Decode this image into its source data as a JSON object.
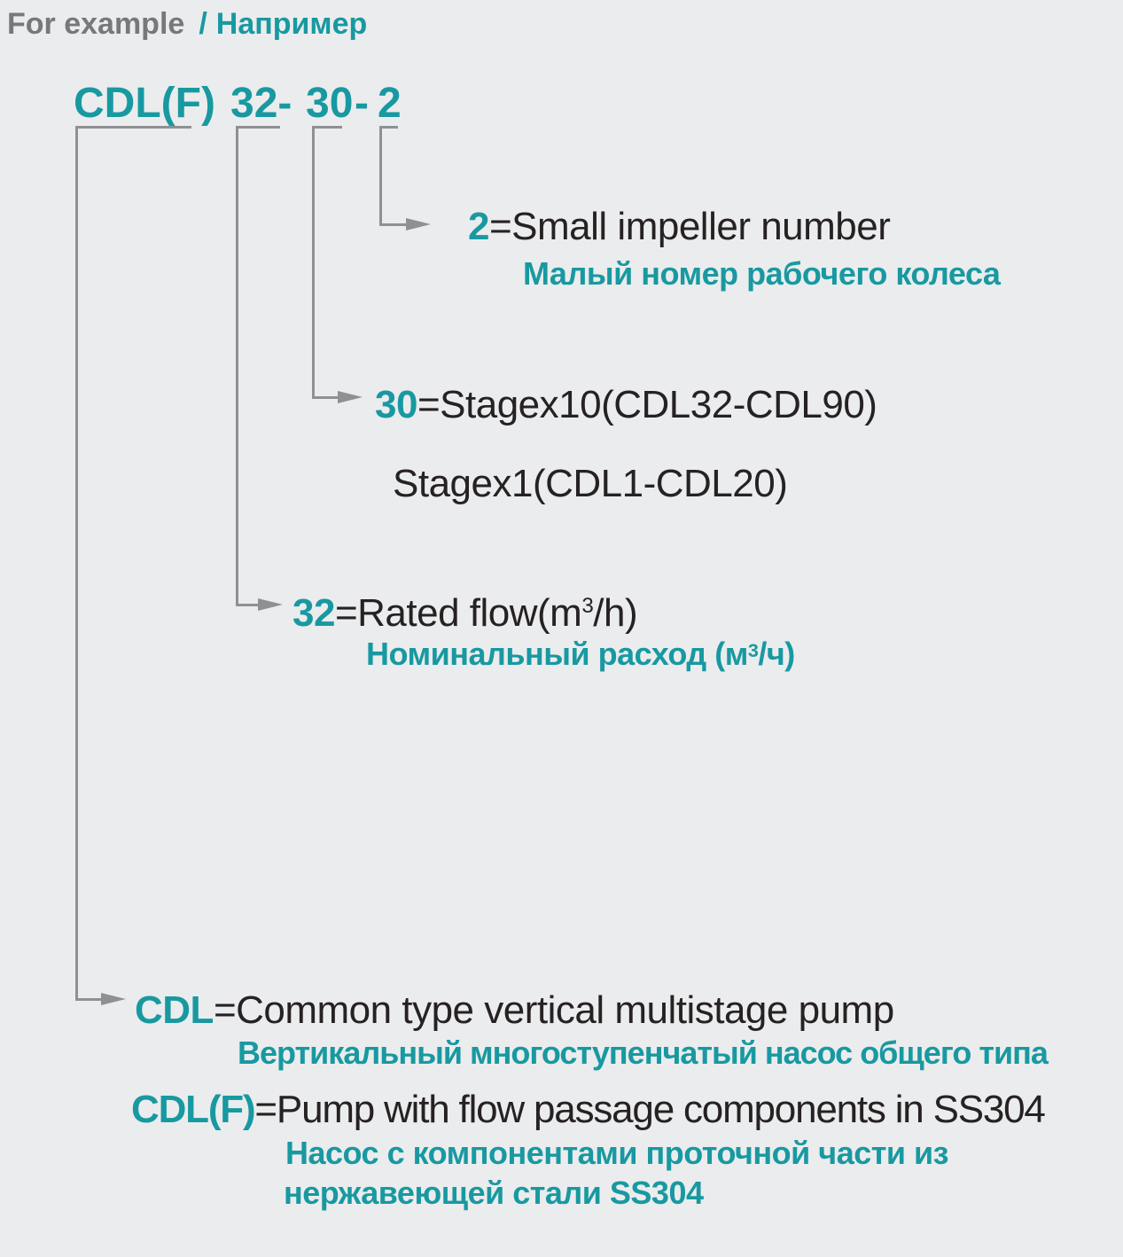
{
  "colors": {
    "background": "#ebeced",
    "accent": "#1899a1",
    "dark": "#262123",
    "gray_text": "#77787b",
    "line": "#8e9094"
  },
  "header": {
    "en": "For example",
    "sep": "/",
    "ru": "Например"
  },
  "model_code": {
    "full": "CDL(F) 32- 30 - 2",
    "series": "CDL(F)",
    "flow": "32-",
    "stage": "30",
    "dash": "-",
    "impeller": "2"
  },
  "entries": {
    "impeller": {
      "code": "2",
      "en": "=Small impeller number",
      "ru": "Малый номер рабочего колеса"
    },
    "stage": {
      "code": "30",
      "en": "=Stagex10(CDL32-CDL90)",
      "en_alt": "Stagex1(CDL1-CDL20)"
    },
    "flow": {
      "code": "32",
      "en_pre": "=Rated flow(m",
      "en_sup": "3",
      "en_post": "/h)",
      "ru_pre": "Номинальный расход (м",
      "ru_sup": "3",
      "ru_post": "/ч)"
    },
    "cdl": {
      "code": "CDL",
      "en": "=Common type vertical multistage pump",
      "ru": "Вертикальный многоступенчатый насос общего типа"
    },
    "cdlf": {
      "code": "CDL(F)",
      "en": "=Pump with flow passage components in SS304",
      "ru_line1": "Насос с компонентами проточной части из",
      "ru_line2": "нержавеющей стали SS304"
    }
  }
}
